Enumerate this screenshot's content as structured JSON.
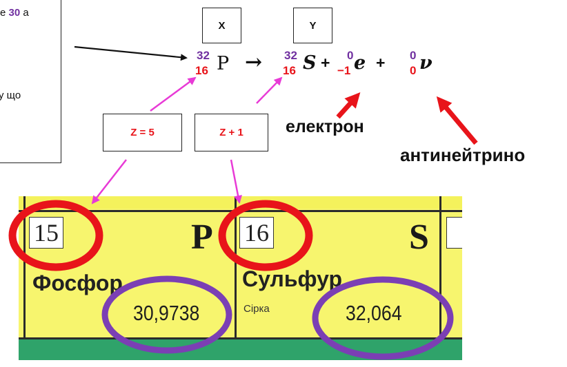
{
  "text_box": {
    "line1_prefix": "е",
    "line1_number": "30",
    "line1_suffix": " а",
    "line2": "у що"
  },
  "labels": {
    "x_box": "X",
    "y_box": "Y",
    "z_box_prefix": "Z = ",
    "z_box_value": "5",
    "z_plus_prefix": "Z + ",
    "z_plus_value": "1"
  },
  "equation": {
    "p_mass": "32",
    "p_charge": "16",
    "p_symbol": "P",
    "arrow": "→",
    "s_mass": "32",
    "s_charge": "16",
    "s_symbol": "S",
    "plus1": "+",
    "e_mass": "0",
    "e_charge": "−1",
    "e_symbol": "e",
    "plus2": "+",
    "nu_mass": "0",
    "nu_charge": "0",
    "nu_symbol": "ν"
  },
  "annotations": {
    "electron": "електрон",
    "antineutrino": "антинейтрино"
  },
  "periodic_table": {
    "cell1": {
      "number": "15",
      "symbol": "P",
      "name": "Фосфор",
      "mass": "30,9738"
    },
    "cell2": {
      "number": "16",
      "symbol": "S",
      "name": "Сульфур",
      "subname": "Сірка",
      "mass": "32,064"
    }
  },
  "colors": {
    "charge_red": "#e8141a",
    "mass_purple": "#7030a0",
    "arrow_pink": "#e83ad6",
    "table_yellow": "#f7f56e",
    "circle_red": "#e8141a",
    "ellipse_purple": "#7b3fb4"
  }
}
